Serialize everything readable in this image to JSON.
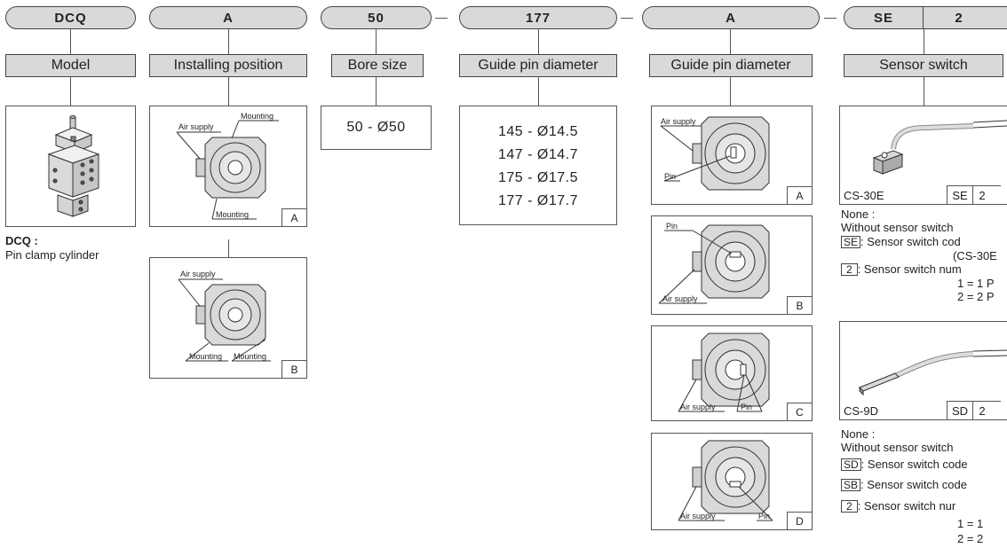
{
  "header": {
    "model": "DCQ",
    "installing": "A",
    "bore": "50",
    "pin_diameter": "177",
    "pin_position": "A",
    "sensor_code": "SE",
    "sensor_num": "2"
  },
  "labels": {
    "model": "Model",
    "installing": "Installing position",
    "bore": "Bore size",
    "pin_diameter": "Guide pin diameter",
    "pin_position": "Guide pin diameter",
    "sensor": "Sensor switch"
  },
  "model": {
    "code": "DCQ :",
    "desc": "Pin clamp cylinder"
  },
  "installing": {
    "air_supply": "Air supply",
    "mounting": "Mounting",
    "option_a": "A",
    "option_b": "B"
  },
  "bore": {
    "options": [
      "50 - Ø50"
    ]
  },
  "pin_diameter": {
    "options": [
      "145 - Ø14.5",
      "147 - Ø14.7",
      "175 - Ø17.5",
      "177 - Ø17.7"
    ]
  },
  "pin_position": {
    "air_supply": "Air supply",
    "pin": "Pin",
    "options": [
      "A",
      "B",
      "C",
      "D"
    ]
  },
  "sensor": {
    "se": {
      "model": "CS-30E",
      "code": "SE",
      "num": "2",
      "none_label": "None :",
      "none_desc": "Without sensor switch",
      "code_desc": ": Sensor switch cod",
      "code_model": "(CS-30E",
      "num_desc": ": Sensor switch num",
      "num_1": "1 = 1 P",
      "num_2": "2 = 2 P"
    },
    "sd": {
      "model": "CS-9D",
      "code": "SD",
      "num": "2",
      "none_label": "None :",
      "none_desc": "Without sensor switch",
      "code_desc": ": Sensor switch code",
      "code_sb": "SB",
      "code_sb_desc": ": Sensor switch code",
      "num_desc": ": Sensor switch nur",
      "num_1": "1 = 1",
      "num_2": "2 = 2"
    }
  }
}
